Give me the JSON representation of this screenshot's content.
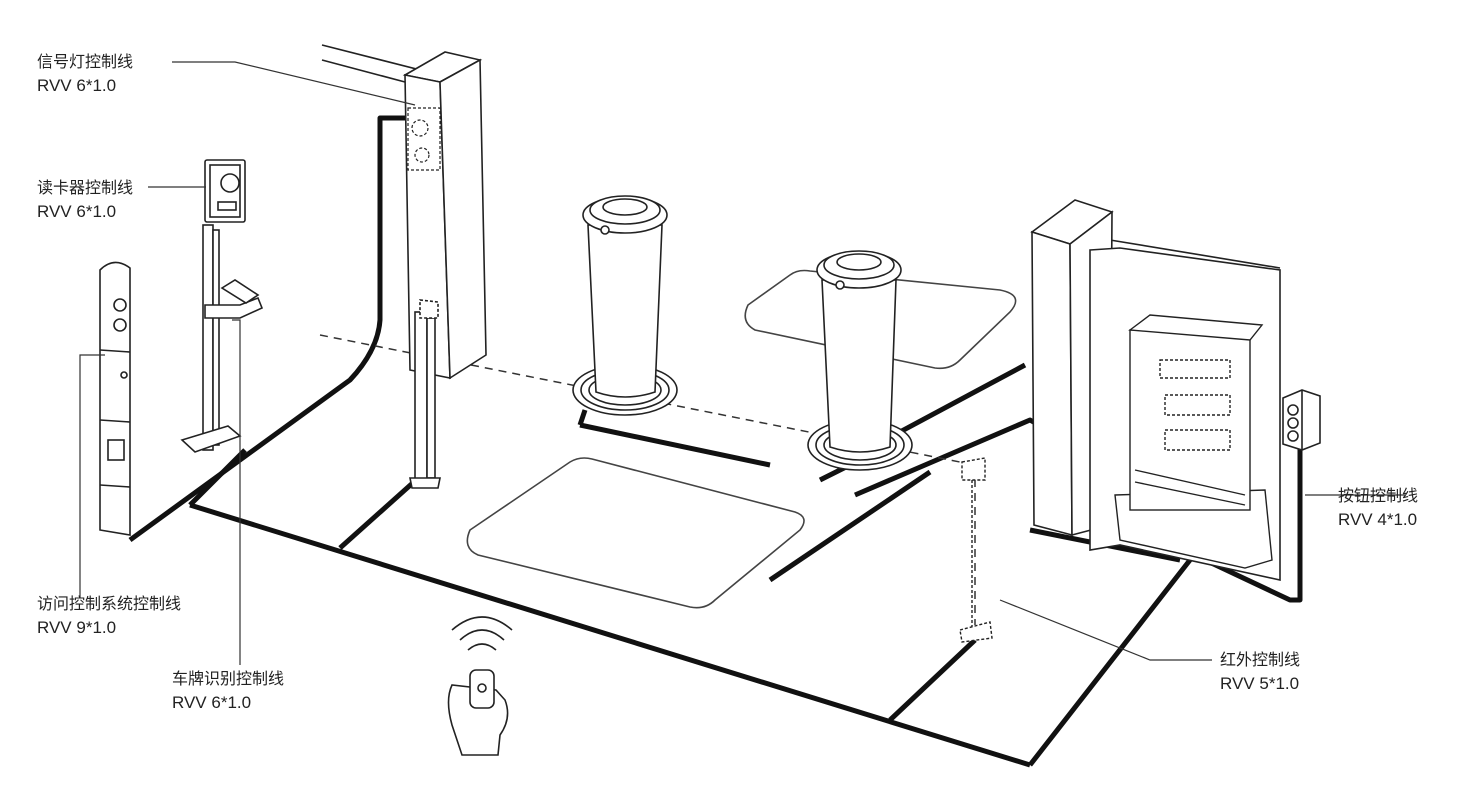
{
  "labels": {
    "signal_light": {
      "name": "信号灯控制线",
      "spec": "RVV 6*1.0"
    },
    "card_reader": {
      "name": "读卡器控制线",
      "spec": "RVV 6*1.0"
    },
    "access_control": {
      "name": "访问控制系统控制线",
      "spec": "RVV 9*1.0"
    },
    "plate_recognition": {
      "name": "车牌识别控制线",
      "spec": "RVV 6*1.0"
    },
    "button": {
      "name": "按钮控制线",
      "spec": "RVV 4*1.0"
    },
    "infrared": {
      "name": "红外控制线",
      "spec": "RVV 5*1.0"
    }
  }
}
